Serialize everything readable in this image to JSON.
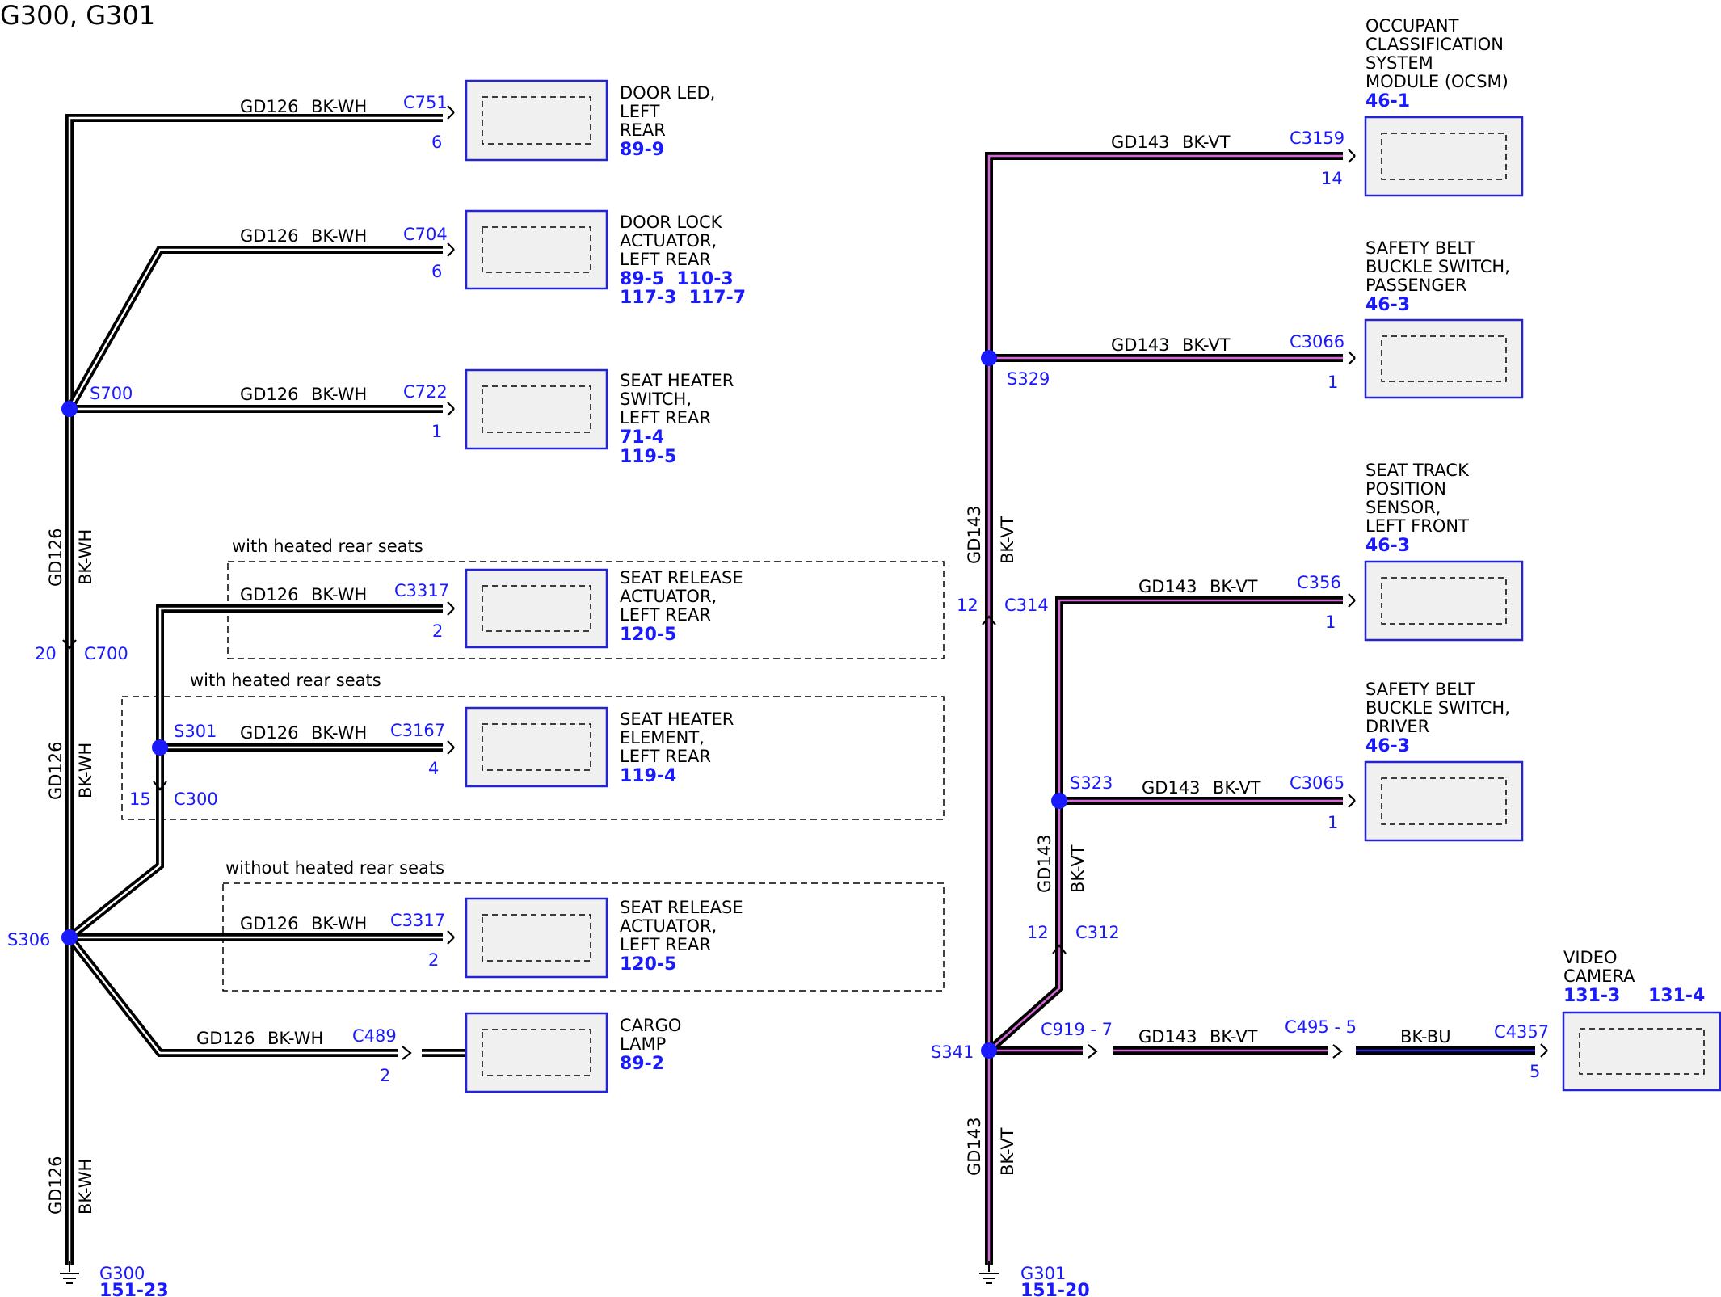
{
  "title": "G300, G301",
  "colors": {
    "wire_outer": "#000000",
    "wire_bkwh_core": "#ffffff",
    "wire_bkvt_core": "#d66ad6",
    "wire_bkbu_core": "#2b2bd9",
    "splice": "#1a1aff",
    "label_blue": "#1a1aff",
    "component_fill": "#f0f0f0",
    "component_border": "#2525d0"
  },
  "left": {
    "wire": {
      "circuit": "GD126",
      "color": "BK-WH"
    },
    "splices": [
      "S700",
      "S306",
      "S301"
    ],
    "inline_connectors": [
      {
        "name": "C700",
        "pin": "20"
      },
      {
        "name": "C300",
        "pin": "15"
      }
    ],
    "option_labels": [
      "with heated rear seats",
      "with heated rear seats",
      "without heated rear seats"
    ],
    "components": [
      {
        "connector": "C751",
        "pin": "6",
        "name_lines": [
          "DOOR LED,",
          "LEFT",
          "REAR"
        ],
        "refs": [
          "89-9"
        ]
      },
      {
        "connector": "C704",
        "pin": "6",
        "name_lines": [
          "DOOR LOCK",
          "ACTUATOR,",
          "LEFT REAR"
        ],
        "refs": [
          "89-5  110-3",
          "117-3  117-7"
        ]
      },
      {
        "connector": "C722",
        "pin": "1",
        "name_lines": [
          "SEAT HEATER",
          "SWITCH,",
          "LEFT REAR"
        ],
        "refs": [
          "71-4",
          "119-5"
        ]
      },
      {
        "connector": "C3317",
        "pin": "2",
        "name_lines": [
          "SEAT RELEASE",
          "ACTUATOR,",
          "LEFT REAR"
        ],
        "refs": [
          "120-5"
        ]
      },
      {
        "connector": "C3167",
        "pin": "4",
        "name_lines": [
          "SEAT HEATER",
          "ELEMENT,",
          "LEFT REAR"
        ],
        "refs": [
          "119-4"
        ]
      },
      {
        "connector": "C3317",
        "pin": "2",
        "name_lines": [
          "SEAT RELEASE",
          "ACTUATOR,",
          "LEFT REAR"
        ],
        "refs": [
          "120-5"
        ]
      },
      {
        "connector": "C489",
        "pin": "2",
        "name_lines": [
          "CARGO",
          "LAMP"
        ],
        "refs": [
          "89-2"
        ]
      }
    ],
    "ground": {
      "name": "G300",
      "ref": "151-23"
    }
  },
  "right": {
    "wire": {
      "circuit": "GD143",
      "color": "BK-VT"
    },
    "camera_wire_color": "BK-BU",
    "splices": [
      "S329",
      "S323",
      "S341"
    ],
    "inline_connectors": [
      {
        "name": "C314",
        "pin": "12"
      },
      {
        "name": "C312",
        "pin": "12"
      },
      {
        "name": "C919 - 7"
      },
      {
        "name": "C495 - 5"
      }
    ],
    "components": [
      {
        "connector": "C3159",
        "pin": "14",
        "name_lines": [
          "OCCUPANT",
          "CLASSIFICATION",
          "SYSTEM",
          "MODULE (OCSM)"
        ],
        "refs": [
          "46-1"
        ]
      },
      {
        "connector": "C3066",
        "pin": "1",
        "name_lines": [
          "SAFETY BELT",
          "BUCKLE SWITCH,",
          "PASSENGER"
        ],
        "refs": [
          "46-3"
        ]
      },
      {
        "connector": "C356",
        "pin": "1",
        "name_lines": [
          "SEAT TRACK",
          "POSITION",
          "SENSOR,",
          "LEFT FRONT"
        ],
        "refs": [
          "46-3"
        ]
      },
      {
        "connector": "C3065",
        "pin": "1",
        "name_lines": [
          "SAFETY BELT",
          "BUCKLE SWITCH,",
          "DRIVER"
        ],
        "refs": [
          "46-3"
        ]
      },
      {
        "connector": "C4357",
        "pin": "5",
        "name_lines": [
          "VIDEO",
          "CAMERA"
        ],
        "refs": [
          "131-3",
          "131-4"
        ]
      }
    ],
    "ground": {
      "name": "G301",
      "ref": "151-20"
    }
  }
}
